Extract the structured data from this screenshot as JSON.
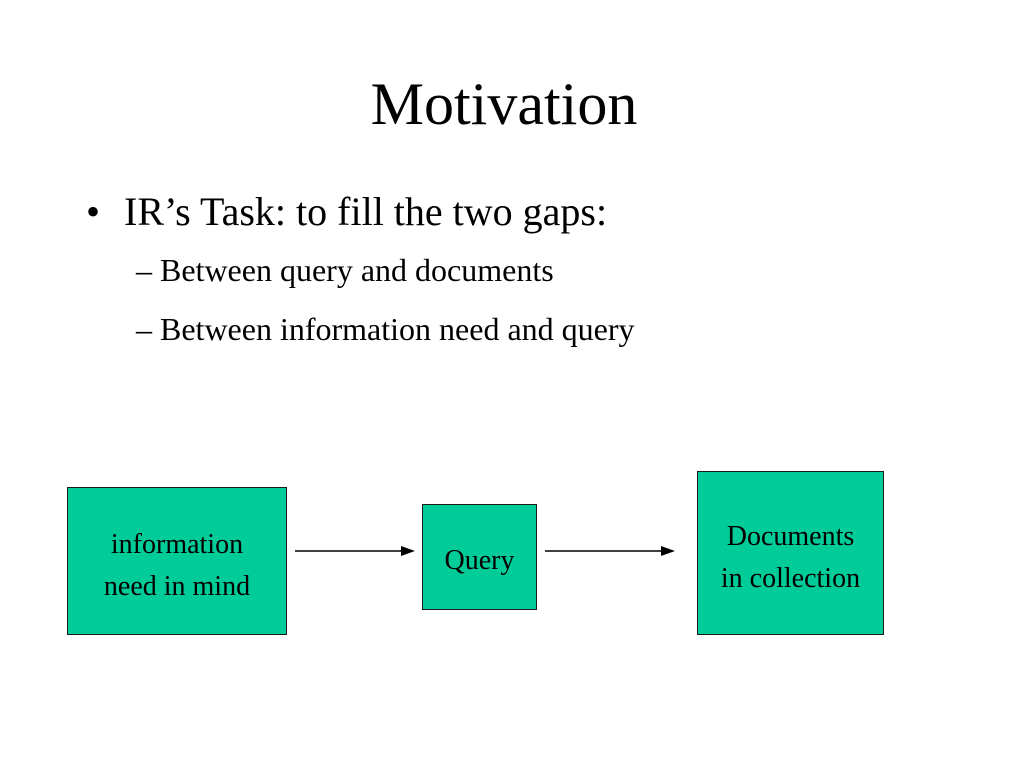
{
  "slide": {
    "title": "Motivation",
    "bullet": {
      "marker": "•",
      "text": "IR’s Task: to fill the two gaps:"
    },
    "subbullets": [
      "– Between query and documents",
      "– Between information need and query"
    ]
  },
  "diagram": {
    "box_color": "#00cc99",
    "boxes": [
      {
        "label": "information \nneed in mind"
      },
      {
        "label": "Query"
      },
      {
        "label": "Documents \nin collection"
      }
    ]
  }
}
